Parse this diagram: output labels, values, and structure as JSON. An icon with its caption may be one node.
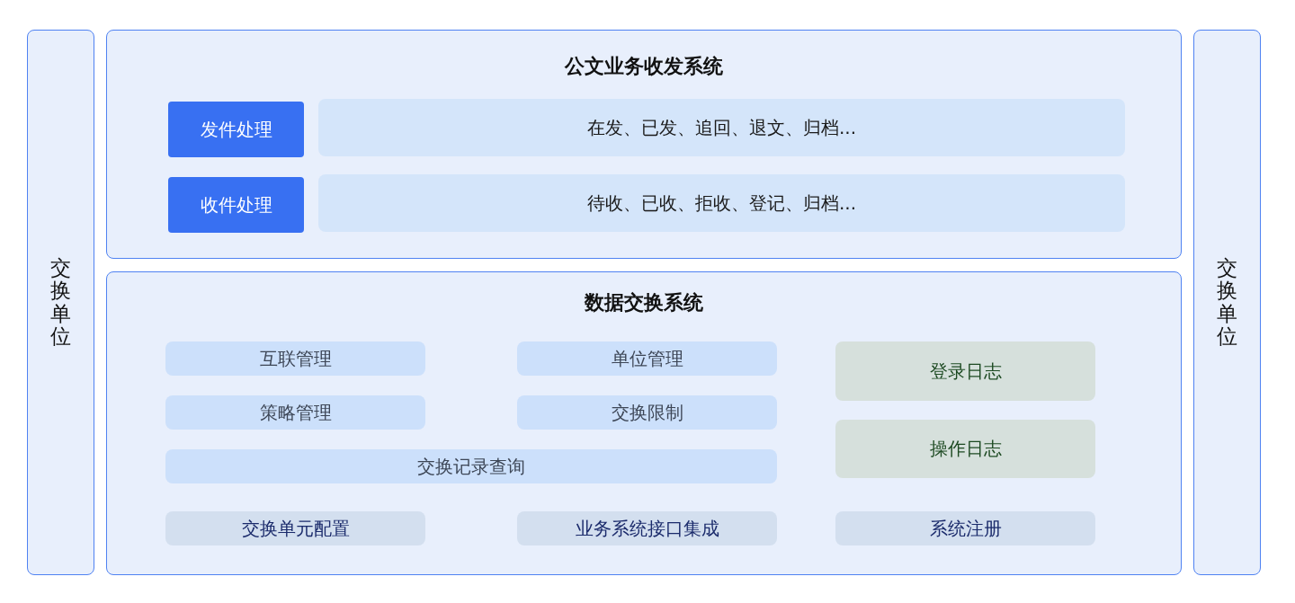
{
  "diagram": {
    "nodes": [
      {
        "text": [
          "交换单位"
        ]
      },
      {
        "text": [
          "公文业务收发系统"
        ]
      },
      {
        "text": [
          "发件处理"
        ],
        "in": 1
      },
      {
        "text": [
          "在发、已发、追回、退文、归档..."
        ],
        "in": 1
      },
      {
        "text": [
          "收件处理"
        ],
        "in": 1
      },
      {
        "text": [
          "待收、已收、拒收、登记、归档..."
        ],
        "in": 1
      },
      {
        "text": [
          "数据交换系统"
        ]
      },
      {
        "text": [
          "互联管理"
        ],
        "in": 6
      },
      {
        "text": [
          "单位管理"
        ],
        "in": 6
      },
      {
        "text": [
          "登录日志"
        ],
        "in": 6
      },
      {
        "text": [
          "策略管理"
        ],
        "in": 6
      },
      {
        "text": [
          "交换限制"
        ],
        "in": 6
      },
      {
        "text": [
          "操作日志"
        ],
        "in": 6
      },
      {
        "text": [
          "交换记录查询"
        ],
        "in": 6
      },
      {
        "text": [
          "交换单元配置"
        ],
        "in": 6
      },
      {
        "text": [
          "业务系统接口集成"
        ],
        "in": 6
      },
      {
        "text": [
          "系统注册"
        ],
        "in": 6
      },
      {
        "text": [
          "交换单位"
        ]
      }
    ],
    "edges": []
  }
}
